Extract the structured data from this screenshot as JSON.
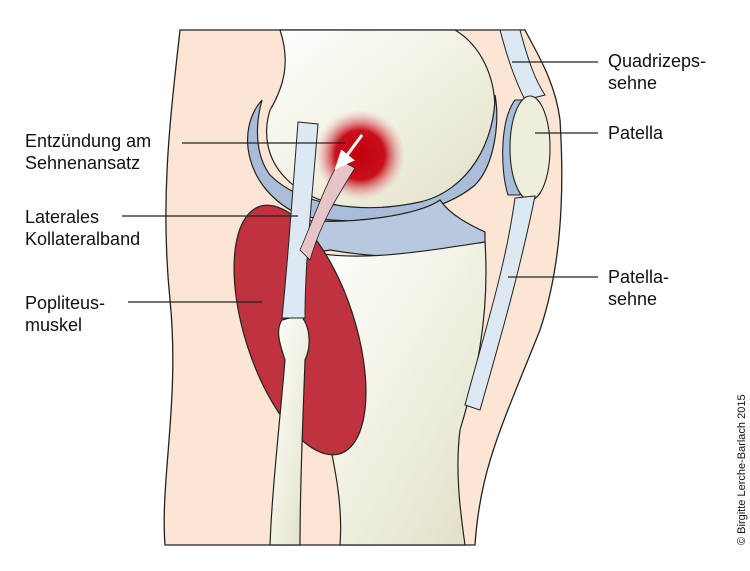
{
  "labels": {
    "inflammation": [
      "Entzündung am",
      "Sehnenansatz"
    ],
    "lateral_ligament": [
      "Laterales",
      "Kollateralband"
    ],
    "popliteus": [
      "Popliteus-",
      "muskel"
    ],
    "quad_tendon": [
      "Quadrizeps-",
      "sehne"
    ],
    "patella": [
      "Patella"
    ],
    "patellar_tendon": [
      "Patella-",
      "sehne"
    ]
  },
  "copyright": "© Birgitte Lerche-Barlach 2015",
  "colors": {
    "skin": "#fbe6d5",
    "bone": "#eeeedd",
    "cartilage": "#a9bcd8",
    "ligament": "#dde9f2",
    "muscle": "#c0323e",
    "inflammation": "#c8101c"
  }
}
